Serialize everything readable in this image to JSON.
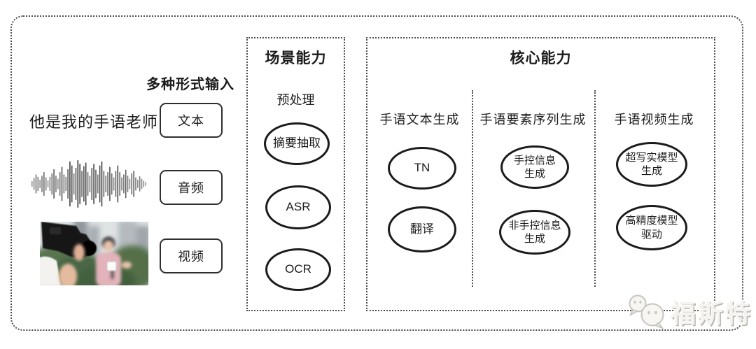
{
  "input_section": {
    "heading": "多种形式输入",
    "sample_text": "他是我的手语老师",
    "buttons": [
      {
        "label": "文本"
      },
      {
        "label": "音频"
      },
      {
        "label": "视频"
      }
    ]
  },
  "scene_section": {
    "title": "场景能力",
    "subtitle": "预处理",
    "nodes": [
      "摘要抽取",
      "ASR",
      "OCR"
    ]
  },
  "core_section": {
    "title": "核心能力",
    "columns": [
      {
        "header": "手语文本生成",
        "nodes": [
          "TN",
          "翻译"
        ]
      },
      {
        "header": "手语要素序列生成",
        "nodes": [
          "手控信息\n生成",
          "非手控信息\n生成"
        ]
      },
      {
        "header": "手语视频生成",
        "nodes": [
          "超写实模型\n生成",
          "高精度模型\n驱动"
        ]
      }
    ]
  },
  "watermark": {
    "text": "福斯特"
  },
  "colors": {
    "border": "#4c4c4c",
    "node_stroke": "#1b1b1b",
    "text": "#1c1c1c",
    "watermark": "#b3b2ac"
  }
}
